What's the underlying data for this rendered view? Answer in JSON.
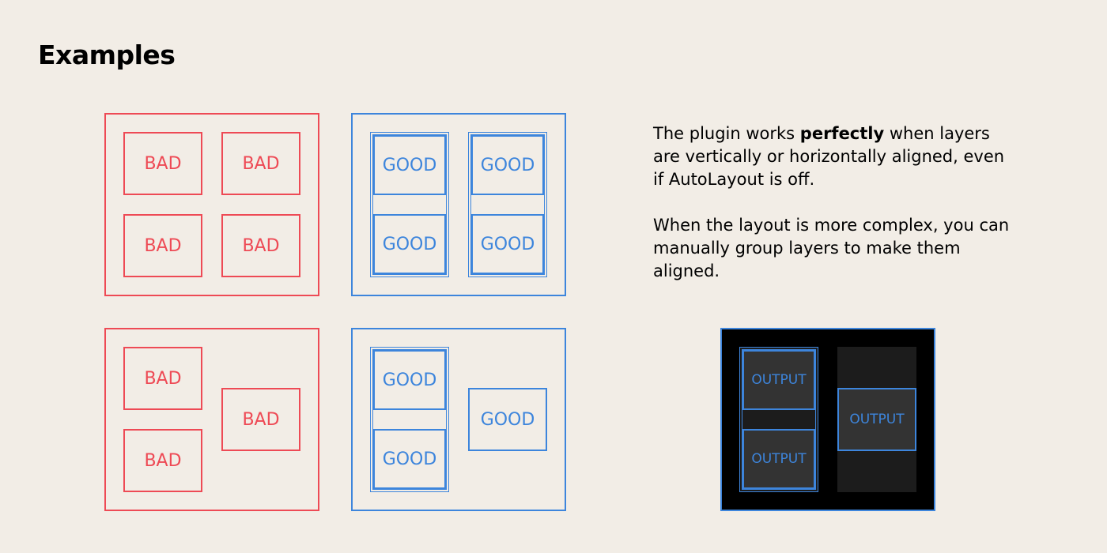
{
  "title": "Examples",
  "labels": {
    "bad": "BAD",
    "good": "GOOD",
    "output": "OUTPUT"
  },
  "description": {
    "p1_before": "The plugin works ",
    "p1_bold": "perfectly",
    "p1_after": " when layers are vertically or horizontally aligned, even if AutoLayout is off.",
    "p2": "When the layout is more complex, you can manually group layers to make them aligned."
  },
  "colors": {
    "background": "#f2ede6",
    "bad": "#ee4a55",
    "good": "#3d85dc",
    "output_bg": "#000000",
    "output_column": "#1c1c1c",
    "output_box": "#333333"
  }
}
